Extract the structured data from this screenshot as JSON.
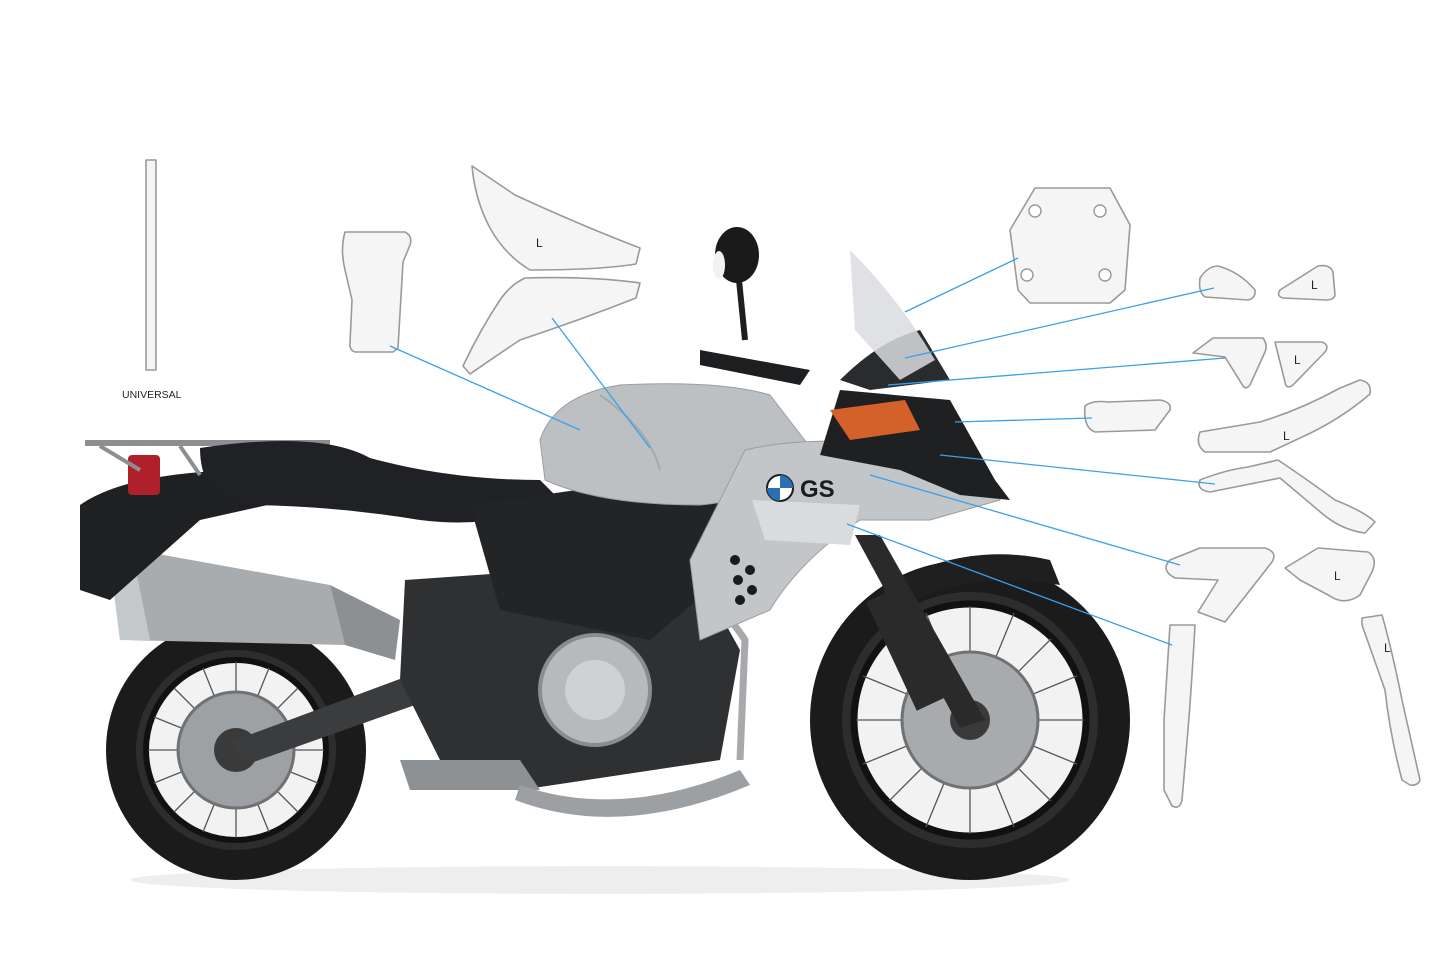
{
  "diagram": {
    "universal_label": "UNIVERSAL",
    "side_marker": "L",
    "tank_badge": "GS",
    "colors": {
      "leader": "#3aa0e8",
      "piece_fill": "#f5f5f5",
      "piece_stroke": "#9a9a9a",
      "bike_body": "#b9bcbf",
      "bike_dark": "#1e1f22",
      "accent": "#d4612a"
    }
  }
}
